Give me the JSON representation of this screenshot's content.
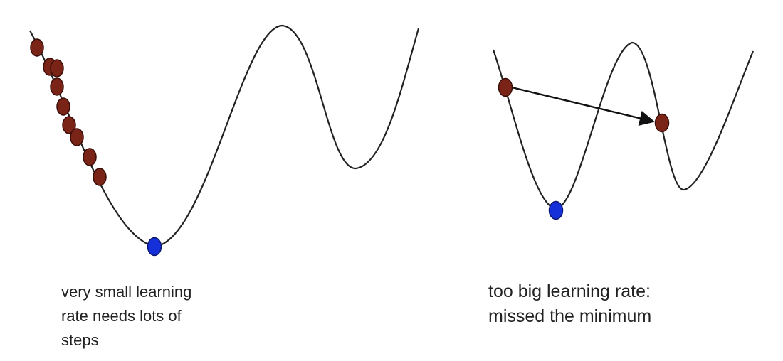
{
  "left_panel": {
    "caption_lines": [
      "very small learning",
      "rate needs lots of",
      "steps"
    ],
    "step_ball_color": "#7a2418",
    "minimum_ball_color": "#1530d8"
  },
  "right_panel": {
    "caption_lines": [
      "too big learning rate:",
      "missed the minimum"
    ],
    "step_ball_color": "#7a2418",
    "minimum_ball_color": "#1530d8"
  },
  "colors": {
    "curve": "#222222",
    "arrow": "#111111",
    "text": "#222222"
  }
}
